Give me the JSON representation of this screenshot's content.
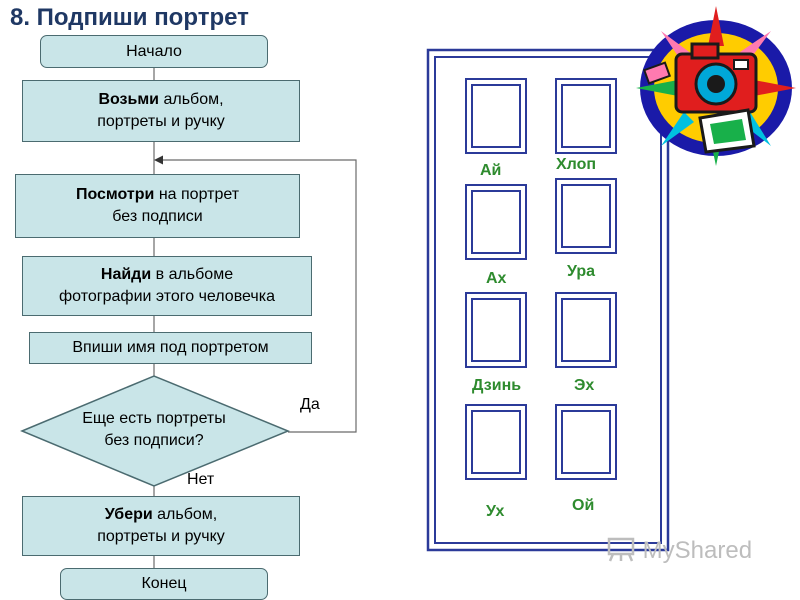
{
  "title": "8. Подпиши портрет",
  "flowchart": {
    "start": "Начало",
    "step1": {
      "bold": "Возьми",
      "rest": " альбом,",
      "line2": "портреты и ручку"
    },
    "step2": {
      "bold": "Посмотри",
      "rest": " на портрет",
      "line2": "без подписи"
    },
    "step3": {
      "bold": "Найди",
      "rest": " в альбоме",
      "line2": "фотографии этого человечка"
    },
    "step4": "Впиши имя под портретом",
    "decision": {
      "line1": "Еще есть портреты",
      "line2": "без подписи?"
    },
    "yes": "Да",
    "no": "Нет",
    "step5": {
      "bold": "Убери",
      "rest": " альбом,",
      "line2": "портреты и ручку"
    },
    "end": "Конец"
  },
  "album": {
    "labels": [
      "Ай",
      "Хлоп",
      "Ах",
      "Ура",
      "Дзинь",
      "Эх",
      "Ух",
      "Ой"
    ]
  },
  "watermark": "MyShared",
  "colors": {
    "box_fill": "#c9e5e8",
    "frame": "#2b3a99",
    "label_green": "#2e8b2e",
    "title": "#1f3864"
  }
}
